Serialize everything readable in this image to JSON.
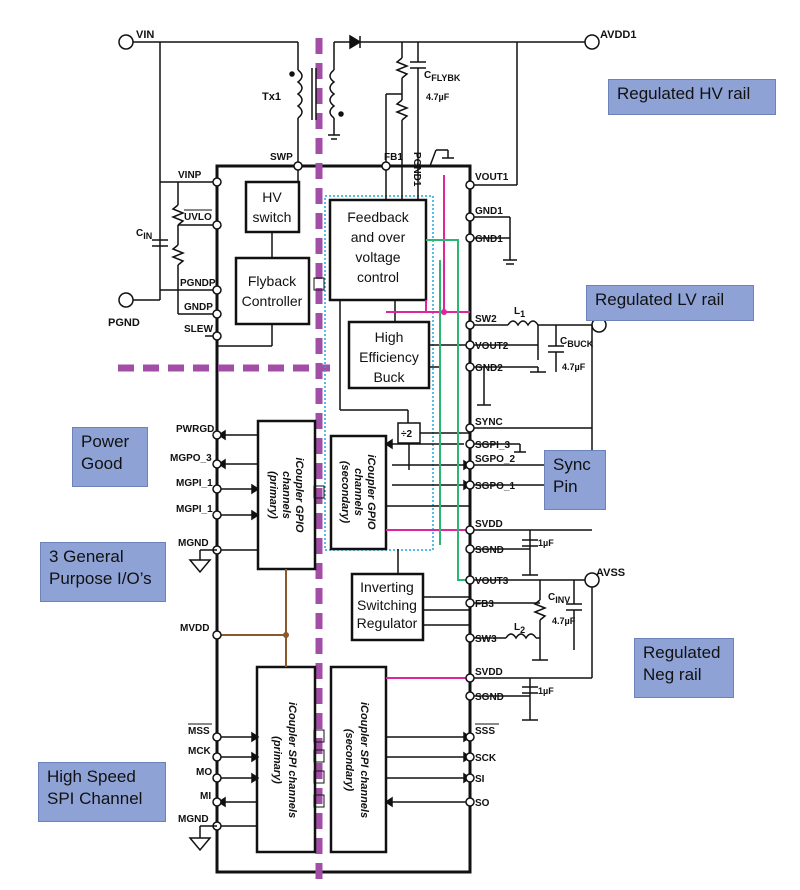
{
  "nets": {
    "vin": "VIN",
    "avdd1": "AVDD1",
    "pgnd": "PGND",
    "avss": "AVSS",
    "tx1": "Tx1",
    "c_in": "C",
    "c_in_sub": "IN",
    "c_flybk": "C",
    "c_flybk_sub": "FLYBK",
    "c_flybk_val": "4.7µF",
    "pgnd1": "PGND1",
    "l1": "L",
    "l1_sub": "1",
    "c_buck": "C",
    "c_buck_sub": "BUCK",
    "c_buck_val": "4.7µF",
    "c_inv": "C",
    "c_inv_sub": "INV",
    "c_inv_val": "4.7µF",
    "l2": "L",
    "l2_sub": "2",
    "cap_1uf_a": "1µF",
    "cap_1uf_b": "1µF",
    "div2": "÷2"
  },
  "pins_left": {
    "swp": "SWP",
    "vinp": "VINP",
    "uvlo": "UVLO",
    "pgndp": "PGNDP",
    "gndp": "GNDP",
    "slew": "SLEW",
    "pwrgd": "PWRGD",
    "mgpo3": "MGPO_3",
    "mgpi1a": "MGPI_1",
    "mgpi1b": "MGPI_1",
    "mgnd1": "MGND",
    "mvdd": "MVDD",
    "mss": "MSS",
    "mck": "MCK",
    "mo": "MO",
    "mi": "MI",
    "mgnd2": "MGND"
  },
  "pins_right": {
    "fb1": "FB1",
    "vout1": "VOUT1",
    "gnd1a": "GND1",
    "gnd1b": "GND1",
    "sw2": "SW2",
    "vout2": "VOUT2",
    "gnd2": "GND2",
    "sync": "SYNC",
    "sgpi3": "SGPI_3",
    "sgpo2": "SGPO_2",
    "sgpo1": "SGPO_1",
    "svdd1": "SVDD",
    "sgnd1": "SGND",
    "vout3": "VOUT3",
    "fb3": "FB3",
    "sw3": "SW3",
    "svdd2": "SVDD",
    "sgnd2": "SGND",
    "sss": "SSS",
    "sck": "SCK",
    "si": "SI",
    "so": "SO"
  },
  "blocks": {
    "hv_switch": [
      "HV",
      "switch"
    ],
    "flyback": [
      "Flyback",
      "Controller"
    ],
    "feedback": [
      "Feedback",
      "and over",
      "voltage",
      "control"
    ],
    "buck": [
      "High",
      "Efficiency",
      "Buck"
    ],
    "inverting": [
      "Inverting",
      "Switching",
      "Regulator"
    ],
    "gpio_primary": [
      "iCoupler GPIO",
      "channels",
      "(primary)"
    ],
    "gpio_secondary": [
      "iCoupler GPIO",
      "channels",
      "(secondary)"
    ],
    "spi_primary": [
      "iCoupler SPI channels",
      "(primary)"
    ],
    "spi_secondary": [
      "iCoupler SPI channels",
      "(secondary)"
    ]
  },
  "notes": {
    "hv_rail": "Regulated HV rail",
    "lv_rail": "Regulated LV rail",
    "power_good_1": "Power",
    "power_good_2": "Good",
    "gpio_1": "3 General",
    "gpio_2": "Purpose I/O’s",
    "sync_1": "Sync",
    "sync_2": "Pin",
    "neg_1": "Regulated",
    "neg_2": "Neg rail",
    "spi_1": "High Speed",
    "spi_2": "SPI Channel"
  },
  "colors": {
    "isolation_barrier": "#a24ea6",
    "magenta_wire": "#e0249b",
    "green_wire": "#2bb673",
    "brown_wire": "#8a5a2b",
    "cyan_boundary": "#1ea7d6",
    "note_fill": "#8ea2d6"
  }
}
